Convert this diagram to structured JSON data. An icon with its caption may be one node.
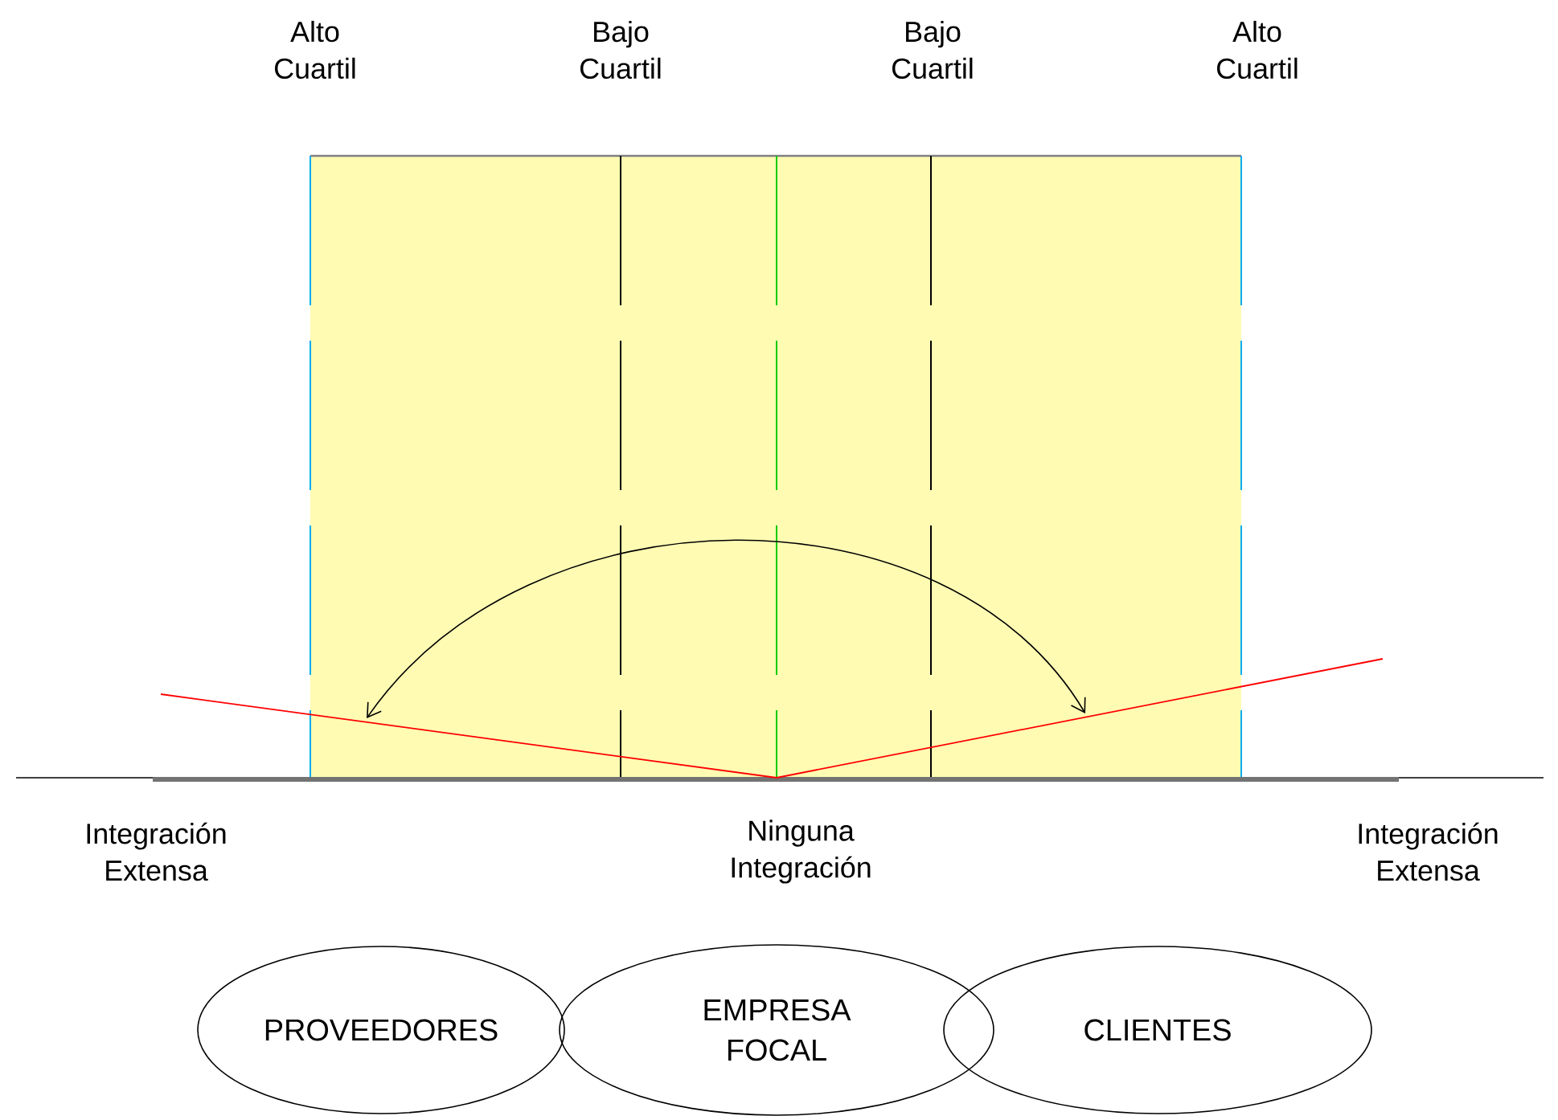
{
  "diagram": {
    "nodes": [
      {
        "text": [
          "PROVEEDORES"
        ]
      },
      {
        "text": [
          "EMPRESA FOCAL"
        ]
      },
      {
        "text": [
          "CLIENTES"
        ]
      }
    ],
    "labels": [
      "Alto Cuartil",
      "Bajo Cuartil",
      "Bajo Cuartil",
      "Alto Cuartil",
      "Integración Extensa",
      "Ninguna Integración",
      "Integración Extensa"
    ]
  }
}
